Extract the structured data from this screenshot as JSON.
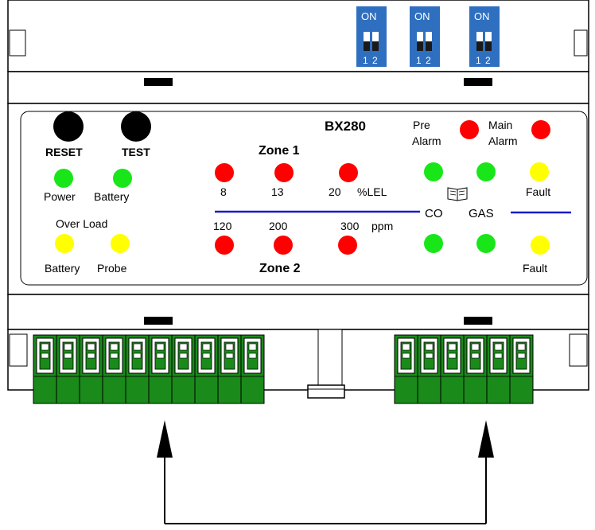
{
  "panel": {
    "model": "BX280",
    "reset_label": "RESET",
    "test_label": "TEST",
    "power_label": "Power",
    "battery_label": "Battery",
    "overload_label": "Over Load",
    "battery_overload_label": "Battery",
    "probe_label": "Probe",
    "pre_alarm_line1": "Pre",
    "pre_alarm_line2": "Alarm",
    "main_alarm_line1": "Main",
    "main_alarm_line2": "Alarm",
    "zone1_label": "Zone 1",
    "zone2_label": "Zone 2",
    "zone1_values": [
      "8",
      "13",
      "20"
    ],
    "zone1_unit": "%LEL",
    "zone2_values": [
      "120",
      "200",
      "300"
    ],
    "zone2_unit": "ppm",
    "co_label": "CO",
    "gas_label": "GAS",
    "fault1_label": "Fault",
    "fault2_label": "Fault",
    "book_icon": "book-icon"
  },
  "dip_switches": [
    {
      "on_label": "ON",
      "pos1": "1",
      "pos2": "2"
    },
    {
      "on_label": "ON",
      "pos1": "1",
      "pos2": "2"
    },
    {
      "on_label": "ON",
      "pos1": "1",
      "pos2": "2"
    }
  ],
  "colors": {
    "led_red": "#ff0000",
    "led_green": "#19e619",
    "led_yellow": "#ffff00",
    "dip_blue": "#2f6fc0",
    "terminal_green": "#1a8a1a",
    "divider_blue": "#1a1acc"
  }
}
